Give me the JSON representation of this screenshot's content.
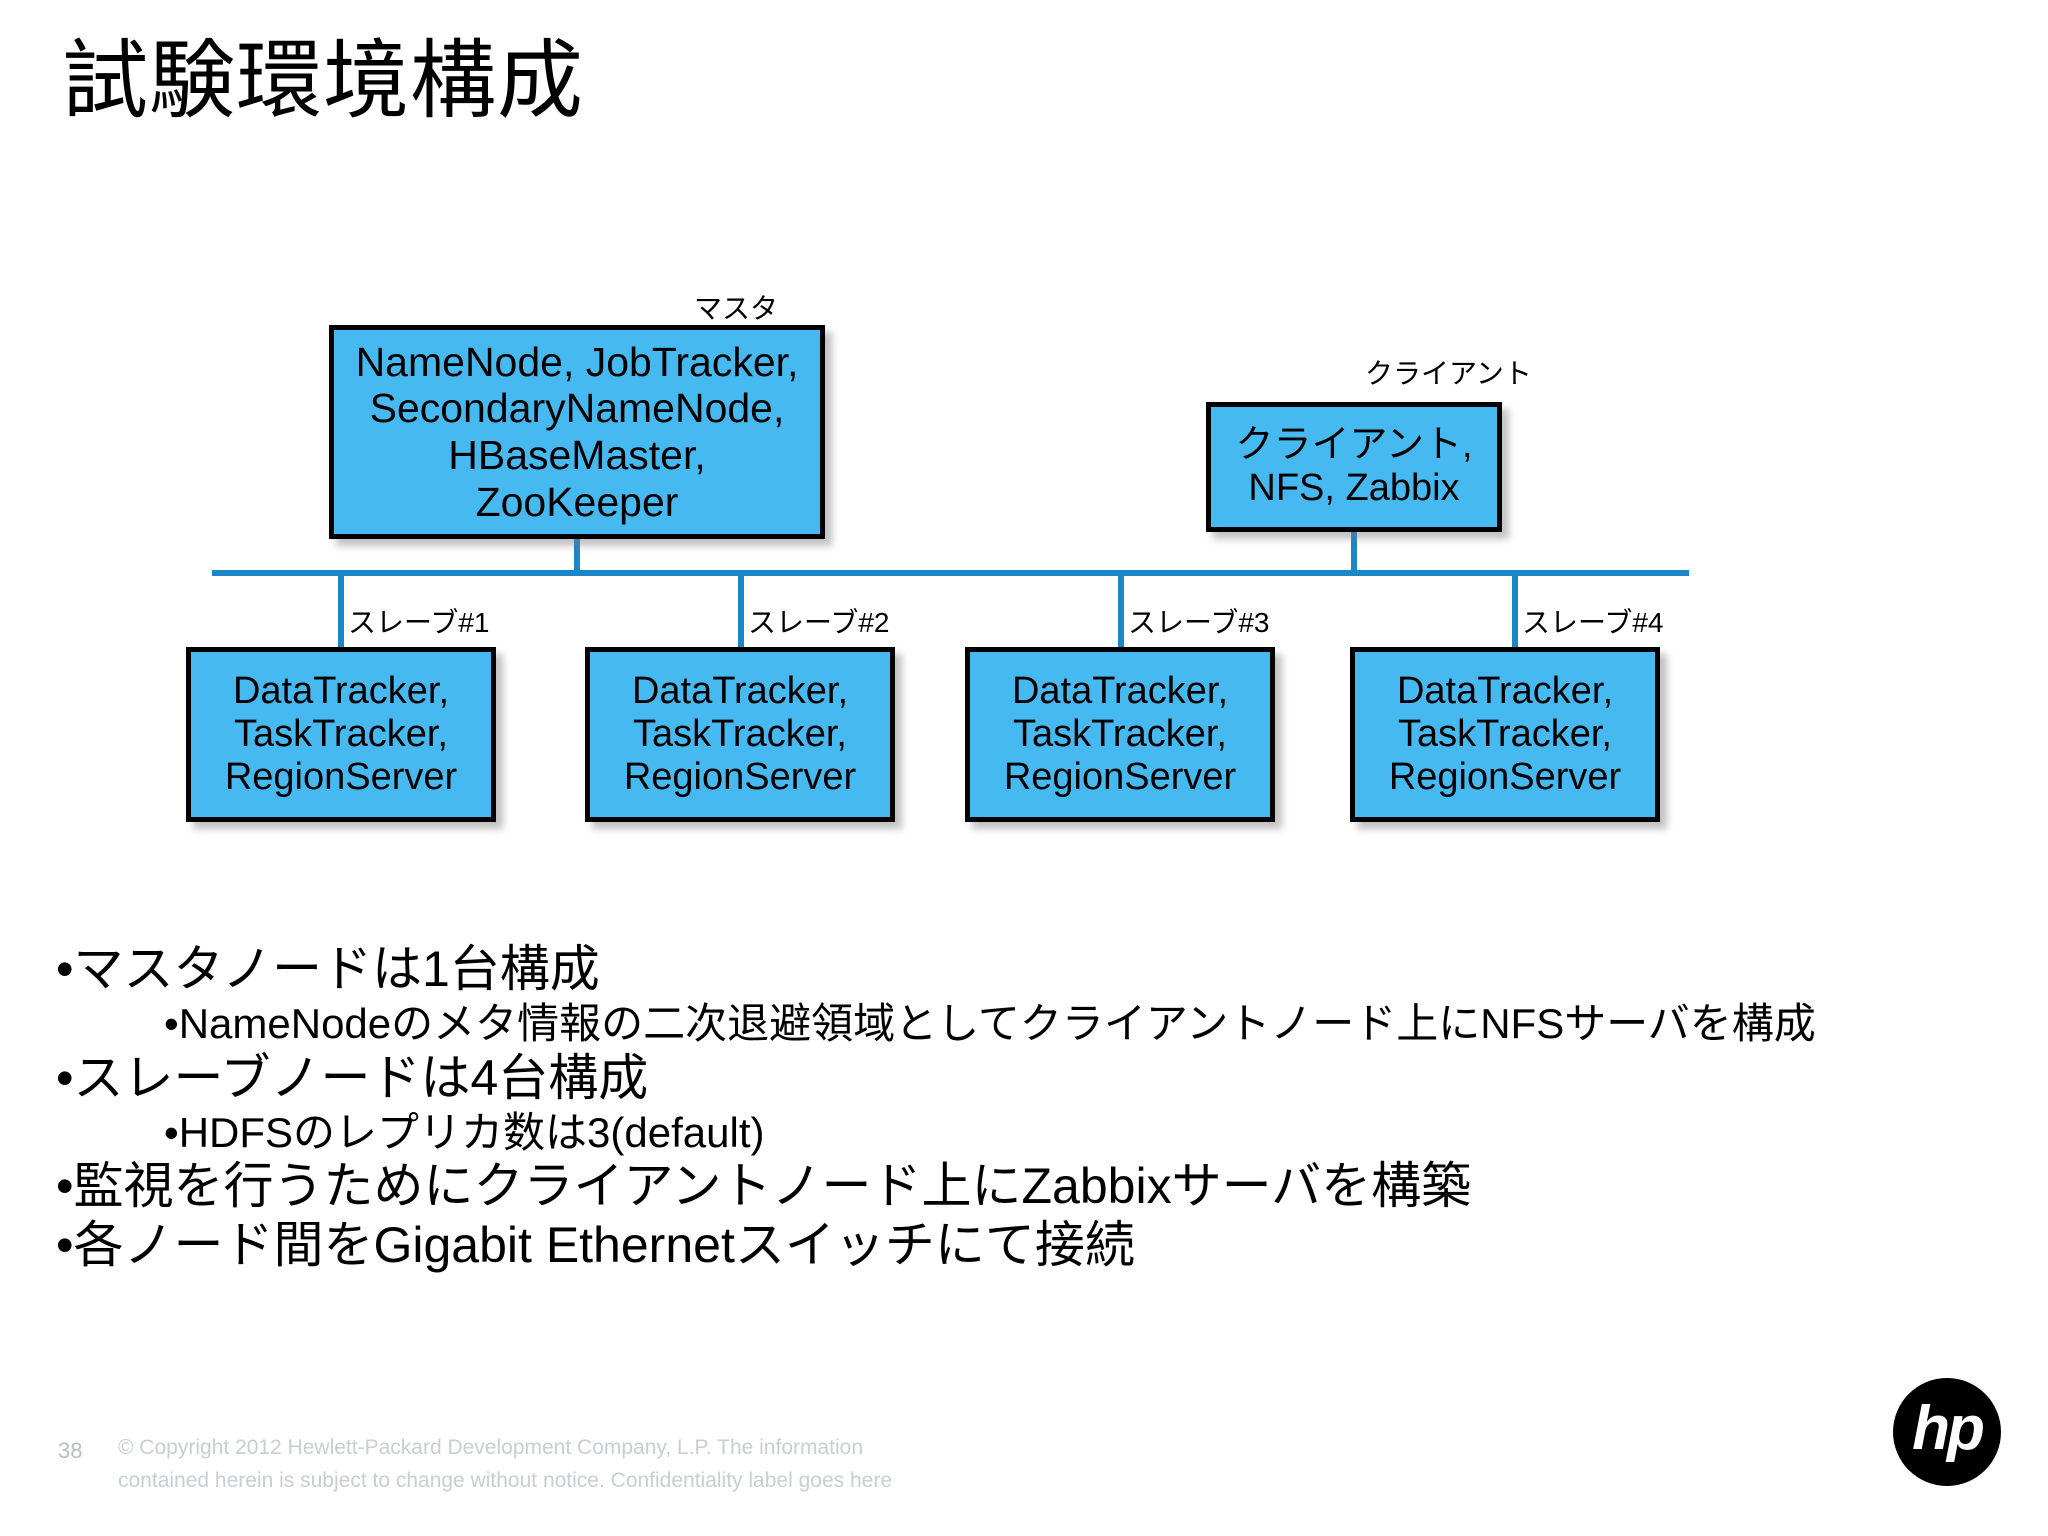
{
  "slide": {
    "title": "試験環境構成",
    "page_number": "38",
    "accent_blue": "#47B9F1",
    "line_blue": "#1B86C8",
    "border_black": "#000000"
  },
  "diagram": {
    "master": {
      "caption": "マスタ",
      "lines": [
        "NameNode, JobTracker,",
        "SecondaryNameNode,",
        "HBaseMaster,",
        "ZooKeeper"
      ]
    },
    "client": {
      "caption": "クライアント",
      "lines": [
        "クライアント,",
        "NFS, Zabbix"
      ]
    },
    "slaves": [
      {
        "caption": "スレーブ#1",
        "lines": [
          "DataTracker,",
          "TaskTracker,",
          "RegionServer"
        ]
      },
      {
        "caption": "スレーブ#2",
        "lines": [
          "DataTracker,",
          "TaskTracker,",
          "RegionServer"
        ]
      },
      {
        "caption": "スレーブ#3",
        "lines": [
          "DataTracker,",
          "TaskTracker,",
          "RegionServer"
        ]
      },
      {
        "caption": "スレーブ#4",
        "lines": [
          "DataTracker,",
          "TaskTracker,",
          "RegionServer"
        ]
      }
    ]
  },
  "bullets": [
    {
      "level": 1,
      "text": "•マスタノードは1台構成"
    },
    {
      "level": 2,
      "text": "•NameNodeのメタ情報の二次退避領域としてクライアントノード上にNFSサーバを構成"
    },
    {
      "level": 1,
      "text": "•スレーブノードは4台構成"
    },
    {
      "level": 2,
      "text": "•HDFSのレプリカ数は3(default)"
    },
    {
      "level": 1,
      "text": "•監視を行うためにクライアントノード上にZabbixサーバを構築"
    },
    {
      "level": 1,
      "text": "•各ノード間をGigabit Ethernetスイッチにて接続"
    }
  ],
  "footer": {
    "page_number": "38",
    "copyright_line_1": "© Copyright 2012 Hewlett-Packard Development Company, L.P.  The information",
    "copyright_line_2": "contained herein is subject to change without notice. Confidentiality label goes here",
    "logo_text": "hp"
  }
}
